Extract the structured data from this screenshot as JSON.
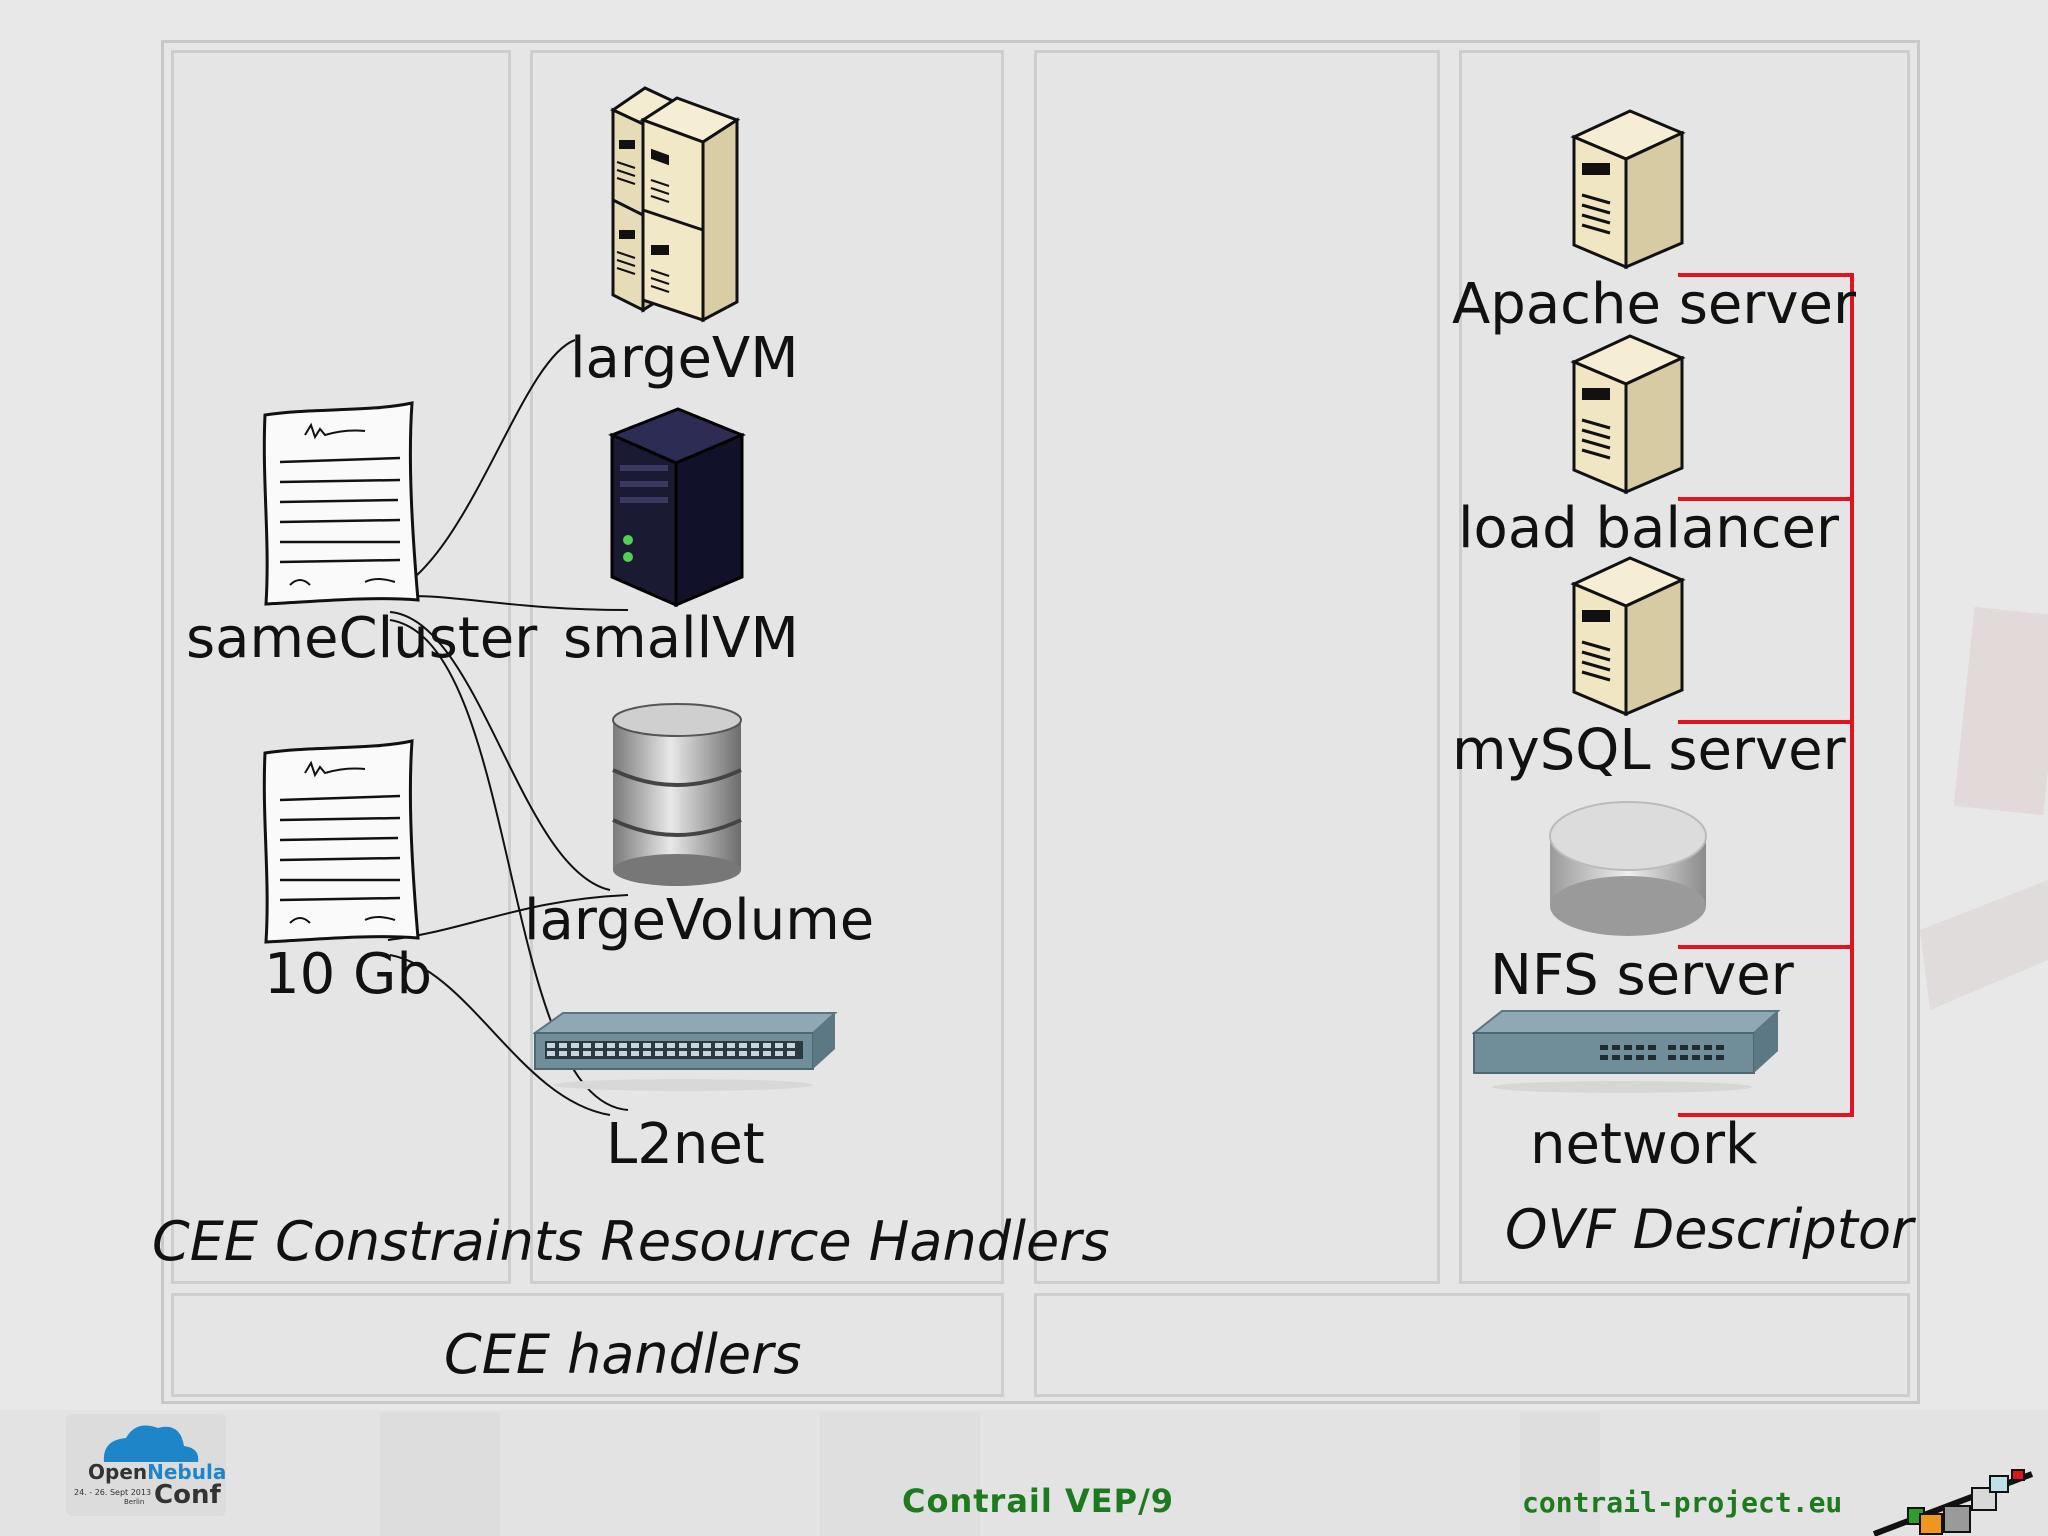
{
  "left_panel": {
    "constraints": [
      {
        "label": "sameCluster"
      },
      {
        "label": "10 Gb"
      }
    ],
    "resources": [
      {
        "label": "largeVM",
        "icon": "server-stack-icon"
      },
      {
        "label": "smallVM",
        "icon": "dark-server-icon"
      },
      {
        "label": "largeVolume",
        "icon": "database-icon"
      },
      {
        "label": "L2net",
        "icon": "switch-icon"
      }
    ],
    "caption": "CEE Constraints Resource Handlers",
    "bottom_caption": "CEE handlers"
  },
  "right_panel": {
    "components": [
      {
        "label": "Apache server",
        "icon": "server-icon"
      },
      {
        "label": "load balancer",
        "icon": "server-icon"
      },
      {
        "label": "mySQL server",
        "icon": "server-icon"
      },
      {
        "label": "NFS server",
        "icon": "storage-icon"
      },
      {
        "label": "network",
        "icon": "switch-icon"
      }
    ],
    "caption": "OVF Descriptor",
    "connector_color": "#e0141e"
  },
  "footer": {
    "logo_line1_a": "Open",
    "logo_line1_b": "Nebula",
    "logo_line2": "Conf",
    "logo_small": "24. - 26. Sept 2013",
    "logo_city": "Berlin",
    "center": "Contrail VEP/9",
    "url": "contrail-project.eu"
  }
}
